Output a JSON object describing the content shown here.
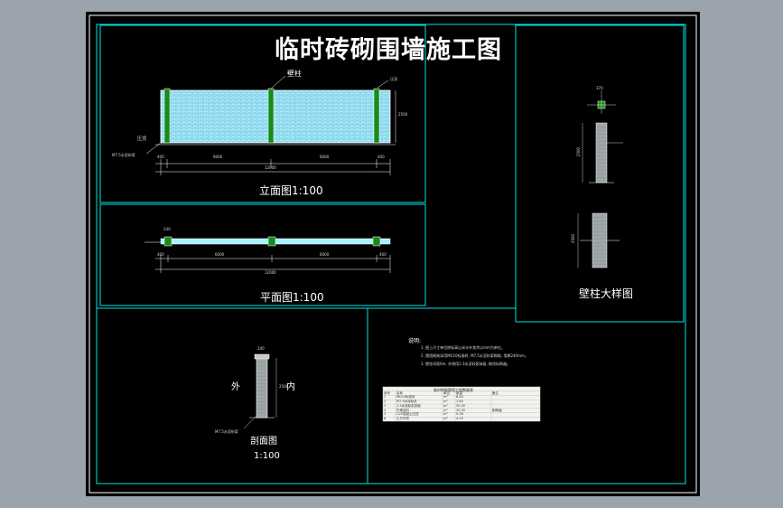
{
  "drawing": {
    "title": "临时砖砌围墙施工图",
    "colors": {
      "background": "#000000",
      "frame": "#00e5e5",
      "outline": "#ffffff",
      "brick_fill": "#a8f0ff",
      "pillar": "#1a8a1a",
      "dimension": "#ffffff"
    }
  },
  "elevation": {
    "label": "立面图1:100",
    "pillar_callout": "壁柱",
    "cap_callout": "压顶",
    "left_callout": "压顶",
    "base_callout": "M7.5水泥砂浆",
    "height_dim": "2500",
    "seg_dims": [
      "6000",
      "6000"
    ],
    "end_dims": [
      "400",
      "400"
    ],
    "total_dim": "12000"
  },
  "plan": {
    "label": "平面图1:100",
    "wall_thickness": "240",
    "seg_dims": [
      "6000",
      "6000"
    ],
    "end_dims": [
      "400",
      "400"
    ],
    "total_dim": "12000"
  },
  "section": {
    "label": "剖面图",
    "scale": "1:100",
    "outside": "外",
    "inside": "内",
    "top_dim": "240",
    "height_dim": "2500",
    "base_callout": "M7.5水泥砂浆"
  },
  "pillar_detail": {
    "label": "壁柱大样图",
    "plan_dim": "370",
    "height_dim": "2500"
  },
  "notes": {
    "heading": "说明:",
    "items": [
      "1. 图上尺寸单位除标高以米计外其余以mm为单位。",
      "2. 围墙砌筑采用MU10标准砖, M7.5水泥砂浆砌筑, 墙厚240mm。",
      "3. 壁柱间距6m, 外侧用1:3水泥砂浆抹面, 刷涂料两遍。"
    ]
  },
  "table": {
    "title": "临时砖砌围墙工程数量表",
    "headers": [
      "序号",
      "名称",
      "单位",
      "数量",
      "备注"
    ],
    "rows": [
      [
        "1",
        "MU10标准砖",
        "m³",
        "6.84",
        ""
      ],
      [
        "2",
        "M7.5水泥砂浆",
        "m³",
        "1.64",
        ""
      ],
      [
        "3",
        "1:3水泥砂浆抹面",
        "m²",
        "30.00",
        ""
      ],
      [
        "4",
        "外墙涂料",
        "m²",
        "30.00",
        "刷两遍"
      ],
      [
        "5",
        "C20混凝土压顶",
        "m³",
        "0.36",
        ""
      ],
      [
        "6",
        "土方开挖",
        "m³",
        "4.20",
        ""
      ]
    ]
  }
}
